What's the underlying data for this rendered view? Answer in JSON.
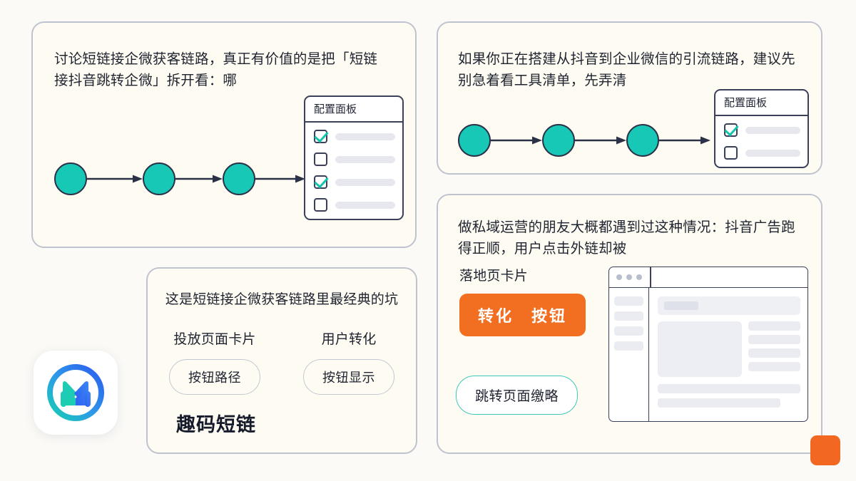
{
  "theme": {
    "page_background": "#FBFAF6",
    "card_background": "#FEFCF2",
    "card_border": "#BFC3D0",
    "node_teal": "#18C8B6",
    "arrow_navy": "#2B3147",
    "cta_orange": "#F26F21",
    "accent_orange": "#F26722",
    "ghost_pill_border": "#3FC8B8",
    "placeholder_gray": "#E6E8ED",
    "text_primary": "#1F2330"
  },
  "cards": {
    "flow_primary": {
      "body_text": "讨论短链接企微获客链路，真正有价值的是把「短链接抖音跳转企微」拆开看：哪",
      "flow": {
        "nodes": 3,
        "arrows": 3,
        "node_icon": "circle-node-icon",
        "arrow_icon": "arrow-right-icon"
      },
      "config_panel": {
        "title": "配置面板",
        "rows": [
          {
            "checked": true
          },
          {
            "checked": false
          },
          {
            "checked": true
          },
          {
            "checked": false
          }
        ]
      }
    },
    "flow_secondary": {
      "body_text": "如果你正在搭建从抖音到企业微信的引流链路，建议先别急着看工具清单，先弄清",
      "flow": {
        "nodes": 3,
        "arrows": 3,
        "node_icon": "circle-node-icon",
        "arrow_icon": "arrow-right-icon"
      },
      "config_panel": {
        "title": "配置面板",
        "rows": [
          {
            "checked": true
          },
          {
            "checked": false
          }
        ]
      }
    },
    "landing": {
      "body_text": "做私域运营的朋友大概都遇到过这种情况：抖音广告跑得正顺，用户点击外链却被",
      "section_label": "落地页卡片",
      "cta_label": "转化　按钮",
      "ghost_pill_label": "跳转页面缴略",
      "browser_mock": {
        "dots": 3,
        "sidebar_items": 4,
        "hero_has_chip": true,
        "content_lines": 4,
        "footer_lines": 2
      }
    },
    "summary": {
      "headline": "这是短链接企微获客链路里最经典的坑",
      "columns": [
        {
          "label": "投放页面卡片",
          "pill": "按钮路径"
        },
        {
          "label": "用户转化",
          "pill": "按钮显示"
        }
      ],
      "brand_name": "趣码短链"
    }
  },
  "logo": {
    "letter": "M",
    "alt": "qumacode-logo"
  }
}
